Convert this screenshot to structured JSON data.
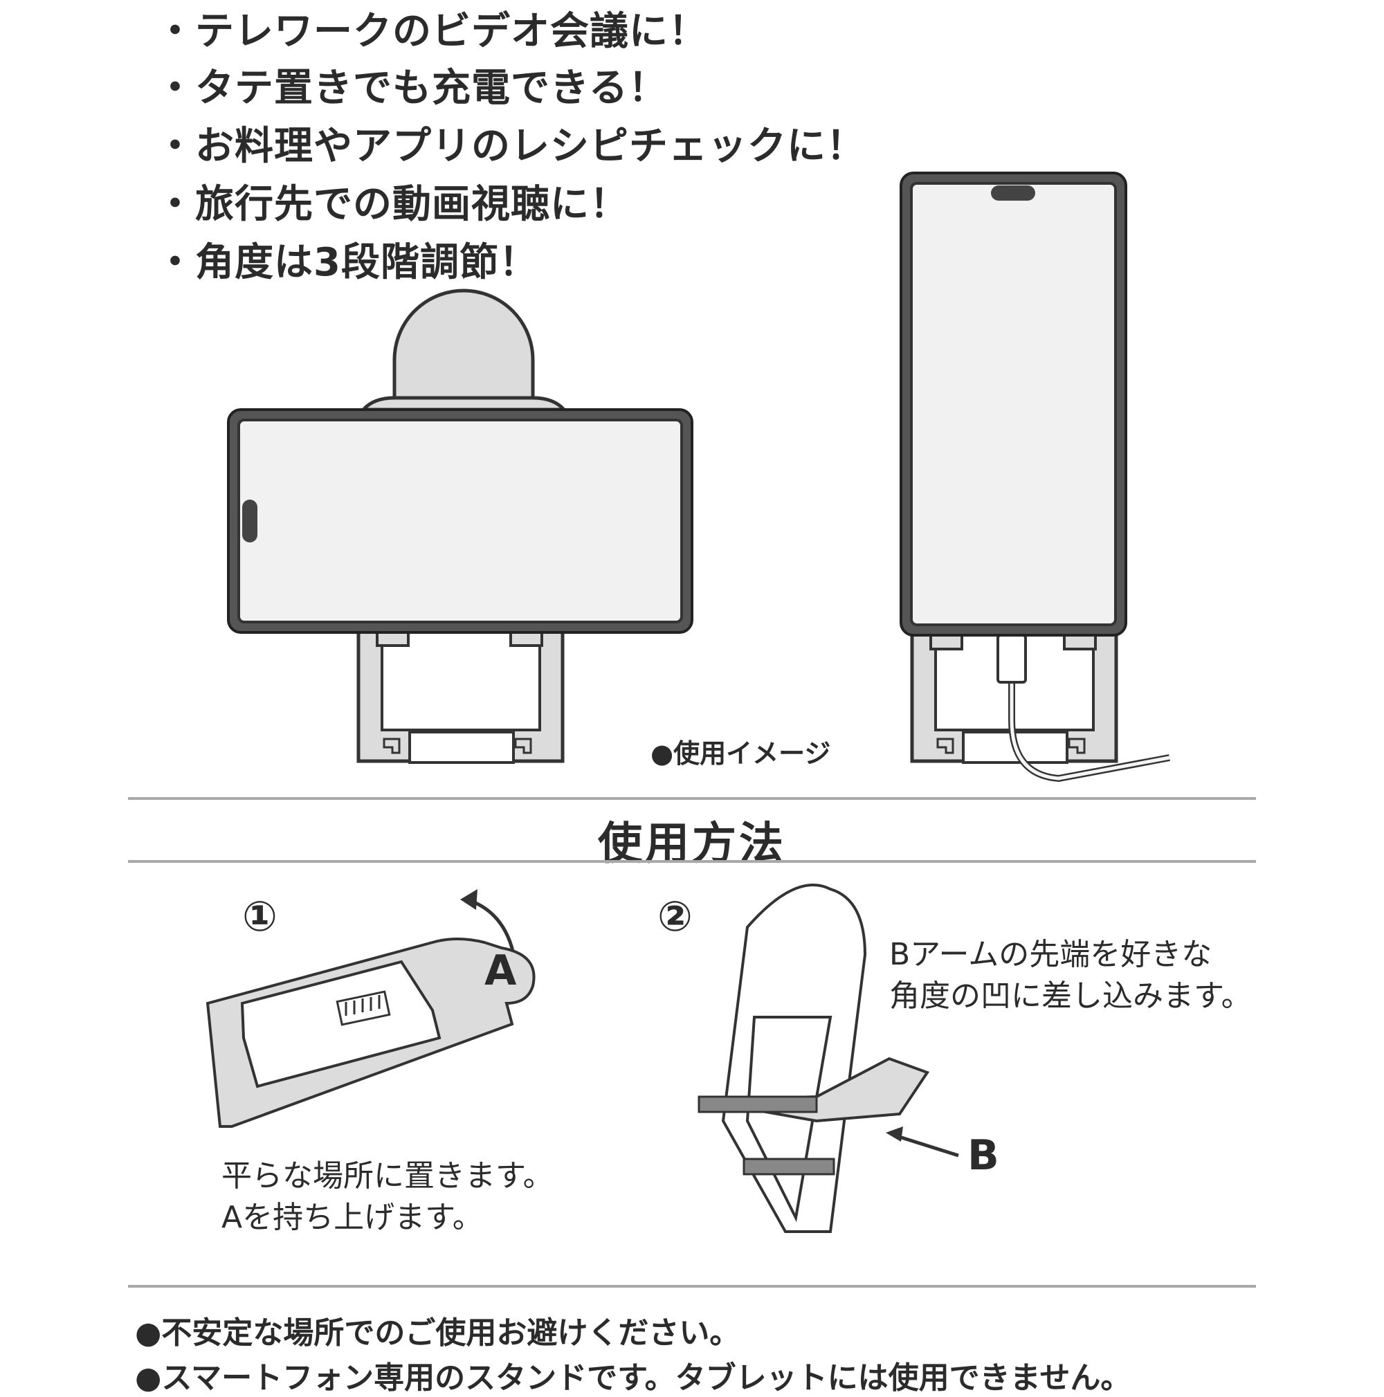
{
  "features": [
    "・テレワークのビデオ会議に！",
    "・タテ置きでも充電できる！",
    "・お料理やアプリのレシピチェックに！",
    "・旅行先での動画視聴に！",
    "・角度は3段階調節！"
  ],
  "image_note": "●使用イメージ",
  "usage": {
    "title": "使用方法",
    "step1": {
      "number": "①",
      "label": "A",
      "caption_line1": "平らな場所に置きます。",
      "caption_line2": "Aを持ち上げます。"
    },
    "step2": {
      "number": "②",
      "label": "B",
      "caption_line1": "Bアームの先端を好きな",
      "caption_line2": "角度の凹に差し込みます。"
    }
  },
  "notes": [
    "●不安定な場所でのご使用お避けください。",
    "●スマートフォン専用のスタンドです。タブレットには使用できません。"
  ],
  "colors": {
    "text": "#2b2b2b",
    "stand_gray": "#dcdcdc",
    "screen_fill": "#f1f1f1",
    "frame": "#3a3a3a",
    "rule": "#a9a9a9"
  }
}
